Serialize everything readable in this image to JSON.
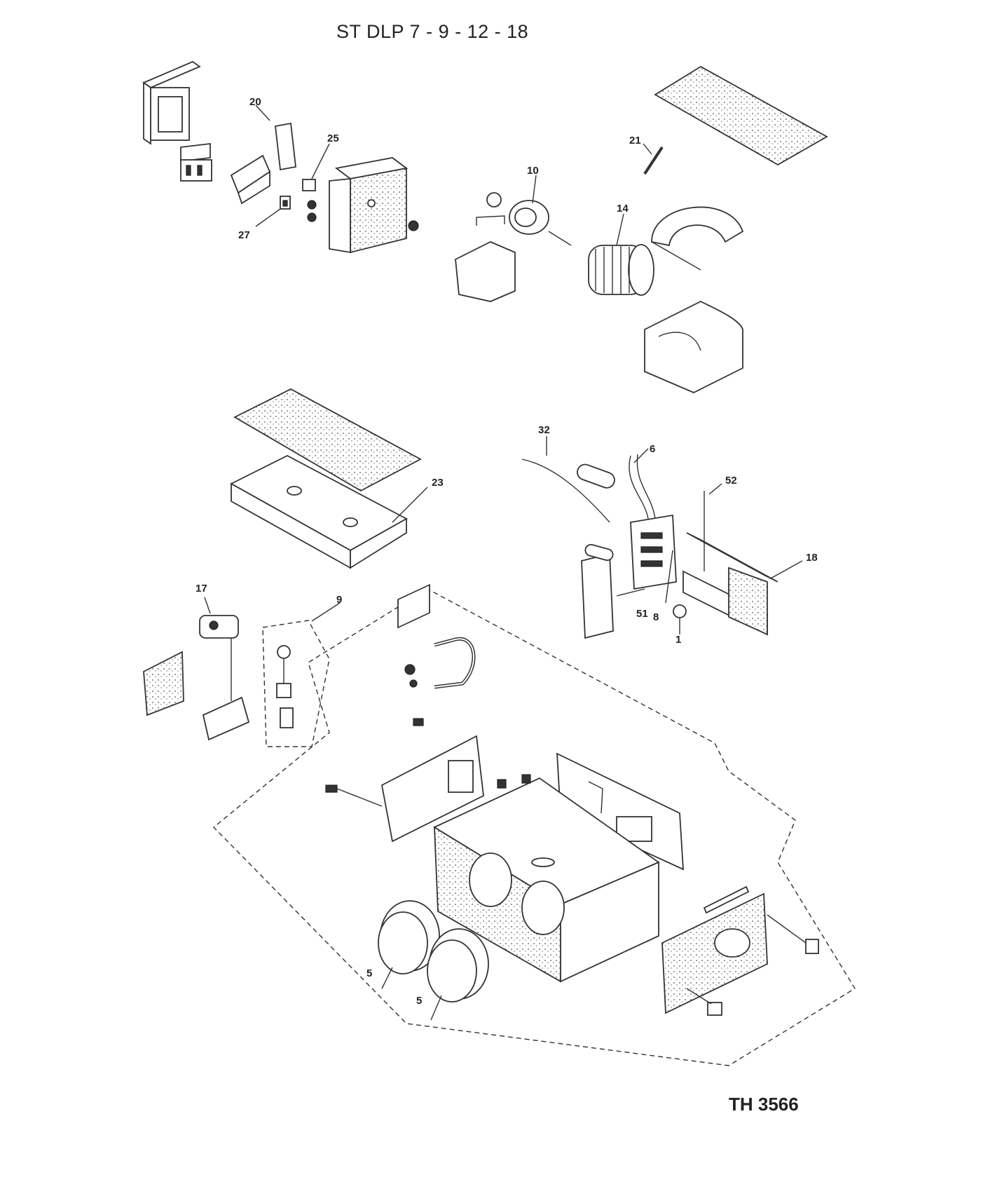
{
  "title": "ST DLP 7 - 9 - 12 - 18",
  "reference": "TH 3566",
  "callouts": [
    "20",
    "25",
    "27",
    "10",
    "14",
    "21",
    "23",
    "32",
    "6",
    "52",
    "18",
    "51",
    "8",
    "1",
    "17",
    "9",
    "5",
    "5"
  ]
}
